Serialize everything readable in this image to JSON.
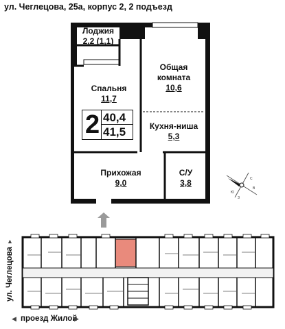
{
  "header": {
    "address": "ул. Чеглецова, 25а, корпус 2, 2 подъезд"
  },
  "rooms": {
    "loggia": {
      "name": "Лоджия",
      "area": "2,2 (1,1)"
    },
    "bedroom": {
      "name": "Спальня",
      "area": "11,7"
    },
    "living": {
      "name_line1": "Общая",
      "name_line2": "комната",
      "area": "10,6"
    },
    "kitchen": {
      "name": "Кухня-ниша",
      "area": "5,3"
    },
    "hall": {
      "name": "Прихожая",
      "area": "9,0"
    },
    "bath": {
      "name": "С/У",
      "area": "3,8"
    }
  },
  "summary": {
    "rooms_count": "2",
    "living_area": "40,4",
    "total_area": "41,5"
  },
  "streets": {
    "vertical": "ул. Чеглецова",
    "horizontal": "проезд Жилой"
  },
  "colors": {
    "wall": "#111111",
    "highlight": "#e98a7c",
    "arrow": "#9a9a9a"
  },
  "icons": [
    "entrance-arrow-icon",
    "compass-icon",
    "left-arrow-icon",
    "right-arrow-icon",
    "up-arrow-icon"
  ]
}
